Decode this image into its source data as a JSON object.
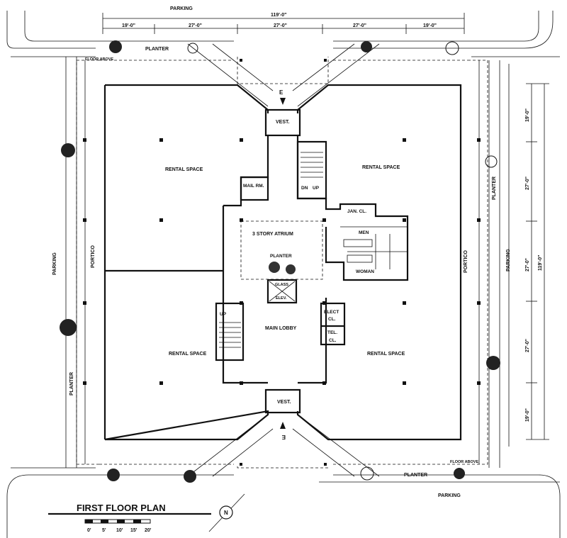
{
  "title": "FIRST FLOOR PLAN",
  "scale": {
    "labels": [
      "0'",
      "5'",
      "10'",
      "15'",
      "20'"
    ]
  },
  "north_label": "N",
  "labels": {
    "parking": "PARKING",
    "planter": "PLANTER",
    "floor_above": "FLOOR ABOVE",
    "portico": "PORTICO",
    "rental_space": "RENTAL SPACE",
    "vest": "VEST.",
    "entry": "E",
    "mail_room": "MAIL RM.",
    "dn": "DN",
    "up": "UP",
    "jan_cl": "JAN. CL.",
    "men": "MEN",
    "woman": "WOMAN",
    "atrium": "3 STORY ATRIUM",
    "glass": "GLASS",
    "elev": "ELEV.",
    "main_lobby": "MAIN LOBBY",
    "elect": "ELECT",
    "cl": "CL.",
    "tel": "TEL."
  },
  "dimensions": {
    "overall": "119'-0\"",
    "bays": [
      "19'-0\"",
      "27'-0\"",
      "27'-0\"",
      "27'-0\"",
      "19'-0\""
    ]
  }
}
